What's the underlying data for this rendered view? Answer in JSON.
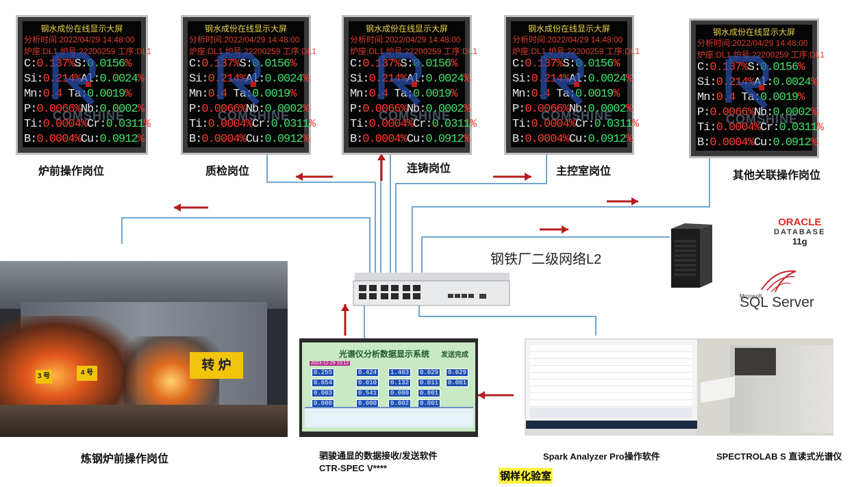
{
  "screen": {
    "title": "钢水成份在线显示大屏",
    "time": "分析时间:2022/04/29 14:48:00",
    "furnace": "炉座:DL1  炉号:22200259  工序:DL1",
    "rows": [
      {
        "l1": "C:",
        "v1": "0.1",
        "m": "37%",
        "l2": "S:",
        "v2": "0.0156",
        "u": "%"
      },
      {
        "l1": "Si:",
        "v1": "0.2",
        "m": "14%",
        "l2": "Al:",
        "v2": "0.0024",
        "u": "%"
      },
      {
        "l1": "Mn:",
        "v1": "0.4",
        "m": "   ",
        "l2": "Ta:",
        "v2": "0.0019",
        "u": "%"
      },
      {
        "l1": "P:",
        "v1": "0.0066",
        "m": "%",
        "l2": "Nb:",
        "v2": "0.0002",
        "u": "%"
      },
      {
        "l1": "Ti:",
        "v1": "0.0004",
        "m": "%",
        "l2": "Cr:",
        "v2": "0.0311",
        "u": "%"
      },
      {
        "l1": "B:",
        "v1": "0.0004",
        "m": "%",
        "l2": "Cu:",
        "v2": "0.0912",
        "u": "%"
      }
    ],
    "watermark": "COMSHINE"
  },
  "stations": [
    {
      "id": "furnace-front",
      "label": "炉前操作岗位"
    },
    {
      "id": "quality",
      "label": "质检岗位"
    },
    {
      "id": "caster",
      "label": "连铸岗位"
    },
    {
      "id": "control-room",
      "label": "主控室岗位"
    },
    {
      "id": "other",
      "label": "其他关联操作岗位"
    }
  ],
  "network_label": "钢铁厂二级网络L2",
  "oracle": {
    "brand": "ORACLE",
    "product": "DATABASE",
    "version": "11g"
  },
  "sql": {
    "small": "Microsoft",
    "big": "SQL Server"
  },
  "furnace_photo": {
    "caption": "炼钢炉前操作岗位",
    "sign": "转 炉",
    "sign2": "4 号",
    "sign3": "3 号"
  },
  "software": {
    "title": "光谱仪分析数据显示系统",
    "status": "发送完成",
    "date": "2023-12-29  10:12",
    "caption1": "驷骏通显的数据接收/发送软件",
    "caption2": "CTR-SPEC V****",
    "cells": [
      "0.255",
      "0.424",
      "1.483",
      "0.029",
      "0.029",
      "0.054",
      "0.010",
      "0.132",
      "0.011",
      "0.001",
      "0.003",
      "0.541",
      "0.000",
      "0.001",
      "0.000",
      "0.000",
      "0.002",
      "0.001"
    ]
  },
  "spark": {
    "caption": "Spark Analyzer Pro操作软件"
  },
  "spectrolab": {
    "caption": "SPECTROLAB S 直读式光谱仪"
  },
  "lab_label": "钢样化验室",
  "colors": {
    "line": "#6fa6d2",
    "arrow": "#b51d1d",
    "red_value": "#ff3b2f",
    "green_value": "#3fe06a"
  }
}
